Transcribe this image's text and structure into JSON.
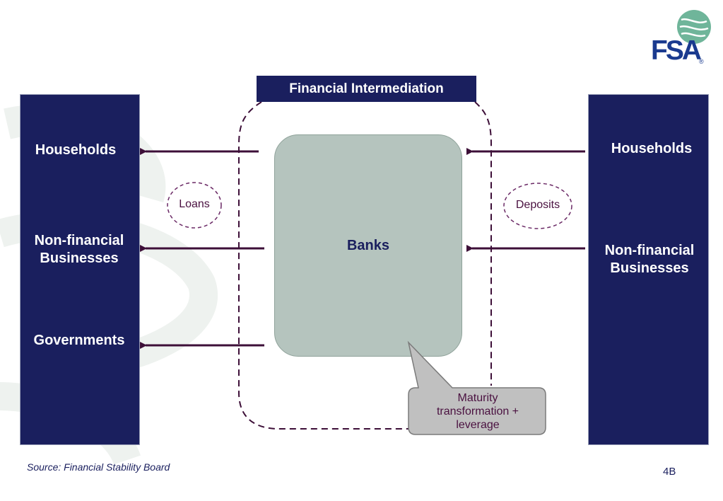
{
  "title": "Financial  Intermediation",
  "center": {
    "banks_label": "Banks"
  },
  "left_column": {
    "households": "Households",
    "nonfinancial_line1": "Non-financial",
    "nonfinancial_line2": "Businesses",
    "governments": "Governments"
  },
  "right_column": {
    "households": "Households",
    "nonfinancial_line1": "Non-financial",
    "nonfinancial_line2": "Businesses"
  },
  "ovals": {
    "loans": "Loans",
    "deposits": "Deposits"
  },
  "callout": {
    "line1": "Maturity",
    "line2": "transformation +",
    "line3": "leverage"
  },
  "footer": {
    "source": "Source: Financial Stability Board",
    "page": "4B"
  },
  "logo": {
    "text": "FSA",
    "reg": "®"
  },
  "colors": {
    "navy": "#1a1f5e",
    "banks_fill": "#b5c4be",
    "arrow": "#3d0f38",
    "callout_fill": "#c0c0c0",
    "logo_green": "#6fb59a",
    "logo_blue": "#1a3a8f"
  }
}
